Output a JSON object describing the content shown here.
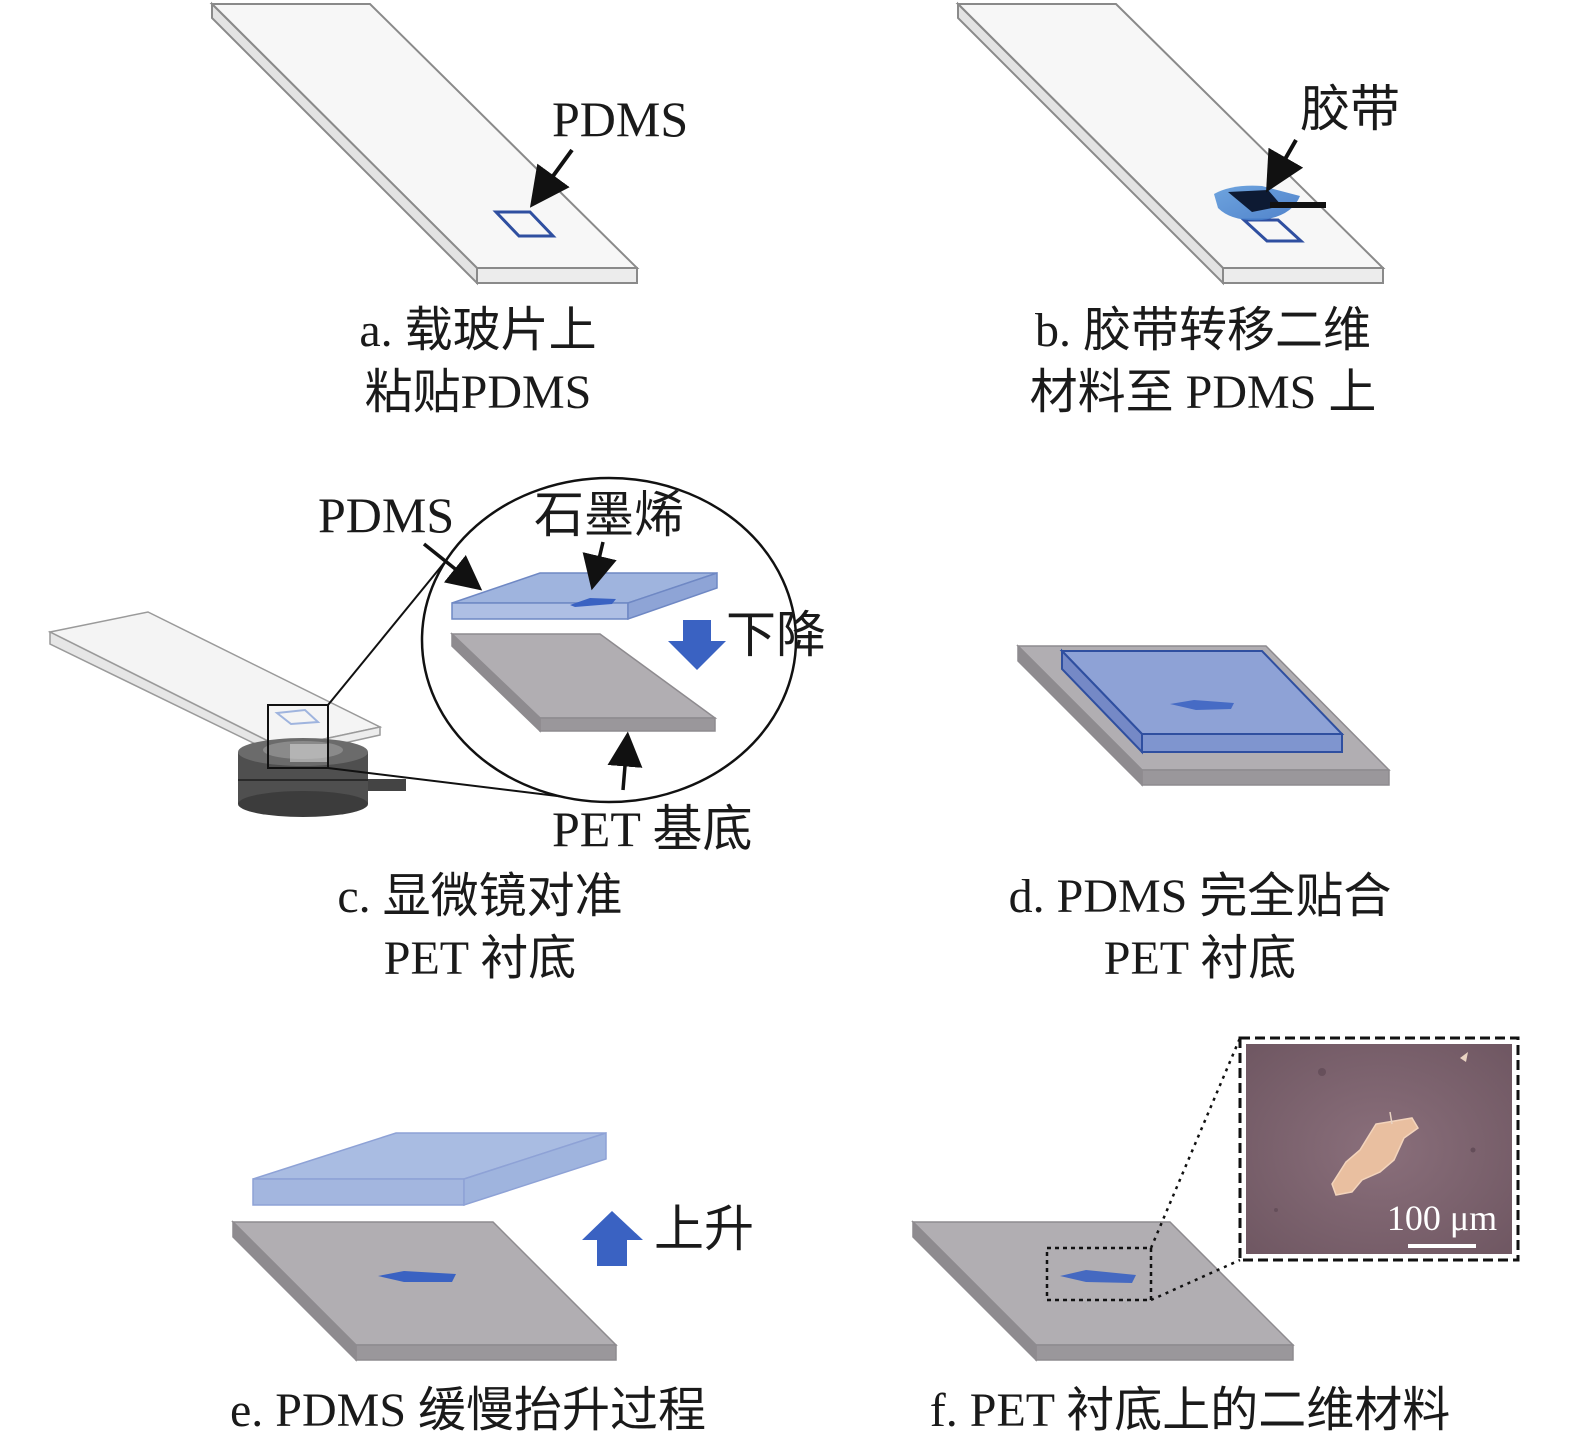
{
  "panels": {
    "a": {
      "callout": "PDMS",
      "caption_line1": "a. 载玻片上",
      "caption_line2": "粘贴PDMS"
    },
    "b": {
      "callout": "胶带",
      "caption_line1": "b. 胶带转移二维",
      "caption_line2": "材料至 PDMS 上"
    },
    "c": {
      "label_pdms": "PDMS",
      "label_graphene": "石墨烯",
      "label_lower": "下降",
      "label_substrate": "PET 基底",
      "caption_line1": "c. 显微镜对准",
      "caption_line2": "PET 衬底"
    },
    "d": {
      "caption_line1": "d. PDMS 完全贴合",
      "caption_line2": "PET 衬底"
    },
    "e": {
      "label_raise": "上升",
      "caption_line1": "e. PDMS 缓慢抬升过程"
    },
    "f": {
      "scale_bar": "100 μm",
      "caption_line1": "f. PET 衬底上的二维材料"
    }
  },
  "colors": {
    "slide_top": "#f7f7f7",
    "slide_edge": "#8a8a8a",
    "pdms_fill": "#9fb4de",
    "pdms_dark": "#2f4fa0",
    "arrow_blue": "#3a62c2",
    "pet_top": "#b1aeb2",
    "pet_side": "#8e8b8f",
    "micrograph_bg": "#7d6570",
    "flake": "#e9bfa0"
  }
}
